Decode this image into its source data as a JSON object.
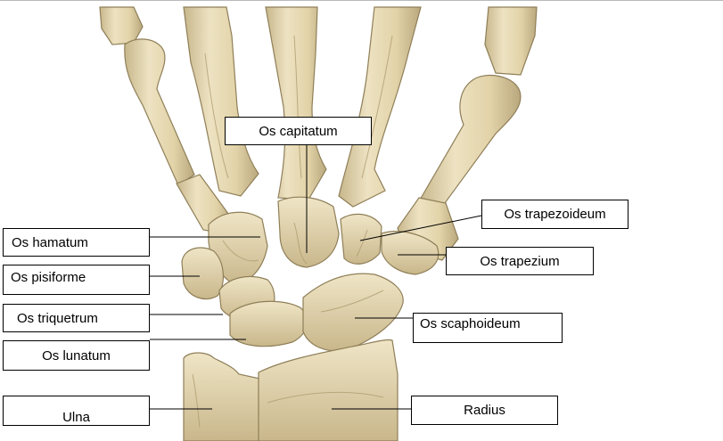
{
  "labels": {
    "capitatum": "Os capitatum",
    "trapezoideum": "Os trapezoideum",
    "hamatum": "Os hamatum",
    "trapezium": "Os trapezium",
    "pisiforme": "Os pisiforme",
    "triquetrum": "Os triquetrum",
    "scaphoideum": "Os scaphoideum",
    "lunatum": "Os lunatum",
    "ulna": "Ulna",
    "radius": "Radius"
  },
  "colors": {
    "bone": "#e3d6ae",
    "bone_light": "#f0e6c8",
    "bone_shade": "#b7a57c",
    "outline": "#8a7a55",
    "background": "#ffffff"
  }
}
